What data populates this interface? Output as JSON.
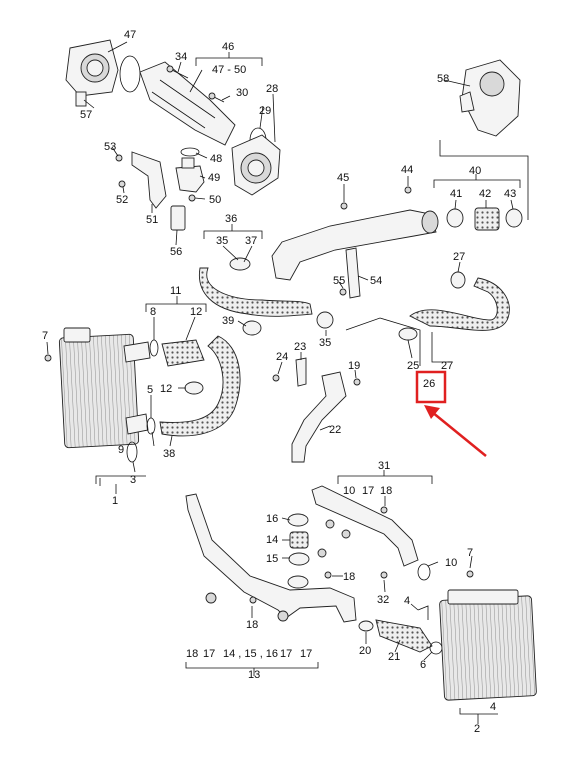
{
  "callouts": [
    "47",
    "34",
    "46",
    "47 - 50",
    "30",
    "28",
    "29",
    "57",
    "48",
    "53",
    "49",
    "52",
    "50",
    "51",
    "56",
    "36",
    "35",
    "37",
    "45",
    "44",
    "40",
    "41",
    "42",
    "43",
    "58",
    "27",
    "54",
    "55",
    "11",
    "8",
    "12",
    "7",
    "39",
    "35",
    "23",
    "24",
    "19",
    "25",
    "27",
    "26",
    "5",
    "12",
    "38",
    "22",
    "3",
    "1",
    "31",
    "10",
    "17",
    "18",
    "16",
    "14",
    "15",
    "10",
    "7",
    "18",
    "32",
    "4",
    "18",
    "17",
    "14 , 15 , 16",
    "17",
    "13",
    "20",
    "21",
    "6",
    "2",
    "4",
    "9"
  ],
  "highlight": {
    "label": "26",
    "color": "#e02020"
  }
}
